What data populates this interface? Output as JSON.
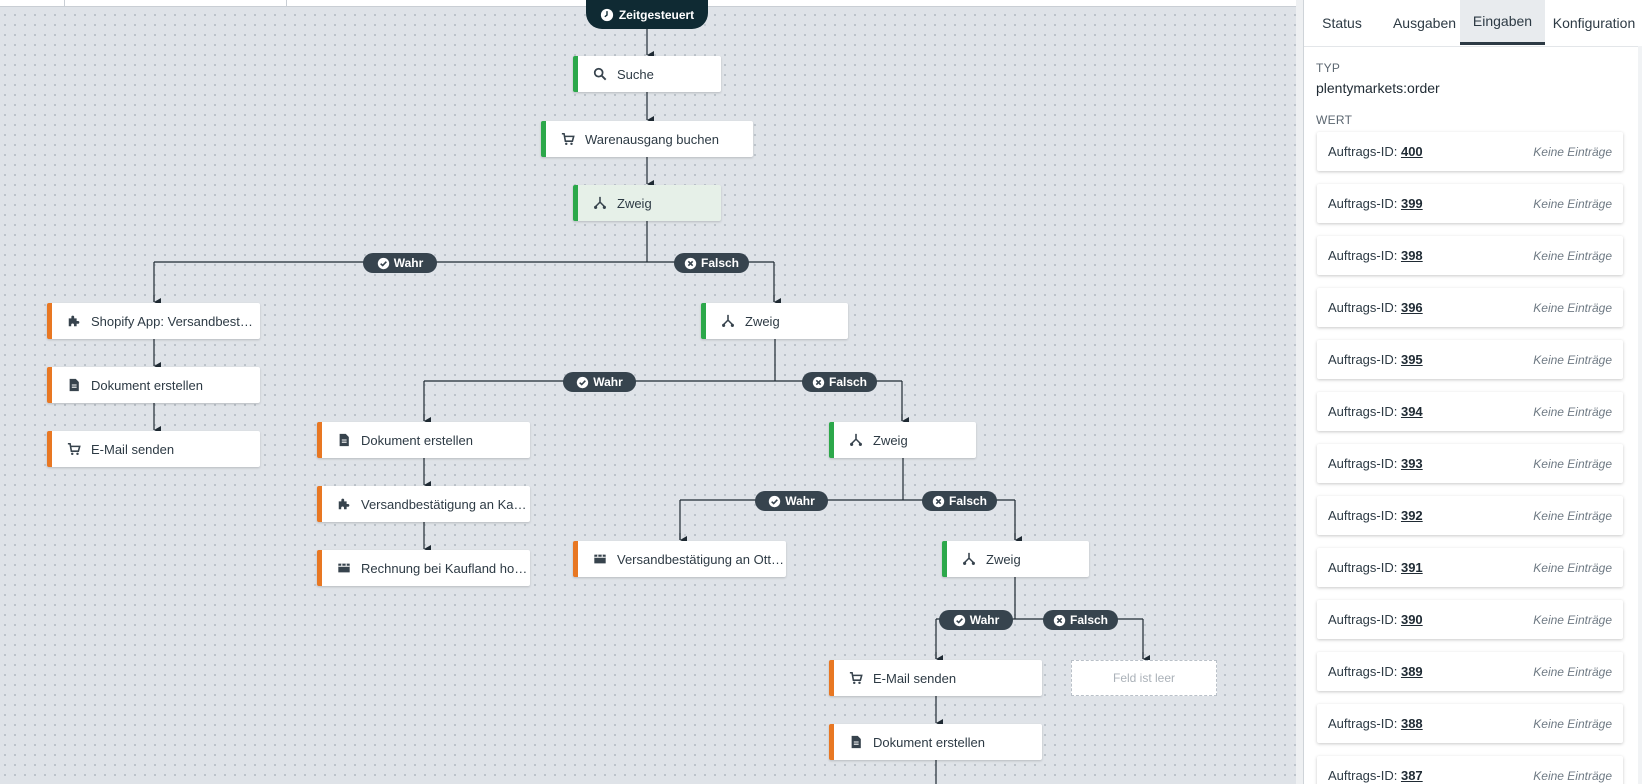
{
  "flow": {
    "start_label": "Zeitgesteuert",
    "nodes": {
      "suche": "Suche",
      "warenausgang": "Warenausgang buchen",
      "zweig1": "Zweig",
      "shopify": "Shopify App: Versandbestät…",
      "dokument1": "Dokument erstellen",
      "email1": "E-Mail senden",
      "zweig2": "Zweig",
      "dokument2": "Dokument erstellen",
      "versand_kaufland": "Versandbestätigung an Kauf…",
      "rechnung_kaufland": "Rechnung bei Kaufland hoc…",
      "zweig3": "Zweig",
      "versand_otto": "Versandbestätigung an Otto…",
      "zweig4": "Zweig",
      "email2": "E-Mail senden",
      "dokument3": "Dokument erstellen",
      "empty": "Feld ist leer"
    },
    "true_label": "Wahr",
    "false_label": "Falsch"
  },
  "panel": {
    "tabs": [
      "Status",
      "Ausgaben",
      "Eingaben",
      "Konfiguration"
    ],
    "active_tab": "Eingaben",
    "type_label": "TYP",
    "type_value": "plentymarkets:order",
    "value_label": "WERT",
    "entry_prefix": "Auftrags-ID: ",
    "entry_status": "Keine Einträge",
    "entries": [
      "400",
      "399",
      "398",
      "396",
      "395",
      "394",
      "393",
      "392",
      "391",
      "390",
      "389",
      "388",
      "387"
    ]
  },
  "colors": {
    "action_accent": "#e87722",
    "branch_accent": "#2ca84a",
    "pill_bg": "#37444e",
    "start_bg": "#0f2a33"
  }
}
